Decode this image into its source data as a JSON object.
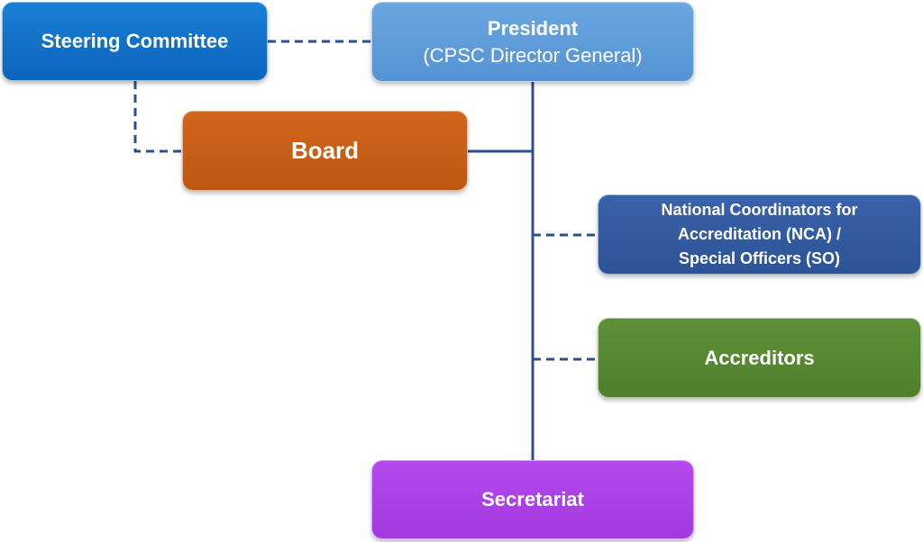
{
  "nodes": {
    "steering_committee": "Steering Committee",
    "president": {
      "title": "President",
      "subtitle": "(CPSC Director General)"
    },
    "board": "Board",
    "nca": {
      "line1": "National Coordinators for",
      "line2": "Accreditation (NCA) /",
      "line3": "Special Officers (SO)"
    },
    "accreditors": "Accreditors",
    "secretariat": "Secretariat"
  },
  "colors": {
    "steering_committee": "#0b6fc8",
    "president": "#5b9bd9",
    "board": "#c65d16",
    "nca": "#2f569c",
    "accreditors": "#558733",
    "secretariat": "#aa40e6",
    "connector": "#2e4f8c"
  },
  "connectors": [
    {
      "from": "steering_committee",
      "to": "president",
      "style": "dashed"
    },
    {
      "from": "steering_committee",
      "to": "board",
      "style": "dashed"
    },
    {
      "from": "president",
      "to": "secretariat",
      "style": "solid"
    },
    {
      "from": "board",
      "to": "president-secretariat-line",
      "style": "solid"
    },
    {
      "from": "president-secretariat-line",
      "to": "nca",
      "style": "dashed"
    },
    {
      "from": "president-secretariat-line",
      "to": "accreditors",
      "style": "dashed"
    }
  ]
}
